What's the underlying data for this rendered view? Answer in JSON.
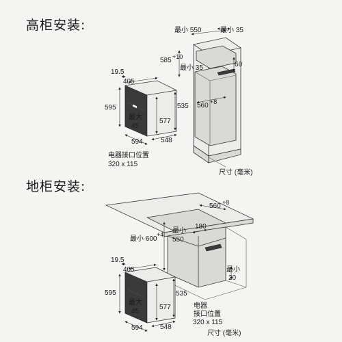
{
  "sections": {
    "tall": {
      "heading": "高柜安装:"
    },
    "base": {
      "heading": "地柜安装:"
    }
  },
  "tall": {
    "oven": {
      "d195": "19.5",
      "d405": "405",
      "d595": "595",
      "d535": "535",
      "d577": "577",
      "d594": "594",
      "d548": "548",
      "max_label": "最大",
      "max_val": "45"
    },
    "cabinet": {
      "min550": "最小 550",
      "min35_top": "最小 35",
      "d585": "585",
      "d585_tol": "+10",
      "min35_mid": "最小 35",
      "d60": "60",
      "d560": "560",
      "d560_tol": "+8"
    },
    "socket": {
      "label": "电器接口位置",
      "size": "320 x 115"
    },
    "unit_note": "尺寸 (毫米)"
  },
  "base": {
    "oven": {
      "d195": "19.5",
      "d405": "405",
      "d595": "595",
      "d535": "535",
      "d577": "577",
      "d594": "594",
      "d548": "548",
      "max_label": "最大",
      "max_val": "45"
    },
    "cabinet": {
      "d560": "560",
      "d560_tol": "+8",
      "min550_l1": "最小",
      "min550_l2": "550",
      "d180": "180",
      "min600": "最小 600",
      "min600_tol": "+4",
      "min20_l1": "最小",
      "min20_l2": "20"
    },
    "socket": {
      "label_l1": "电器",
      "label_l2": "接口位置",
      "size": "320 x 115"
    },
    "unit_note": "尺寸 (毫米)"
  },
  "colors": {
    "background": "#f4f4f2",
    "line": "#333333",
    "oven_face": "#3a3a3a"
  }
}
